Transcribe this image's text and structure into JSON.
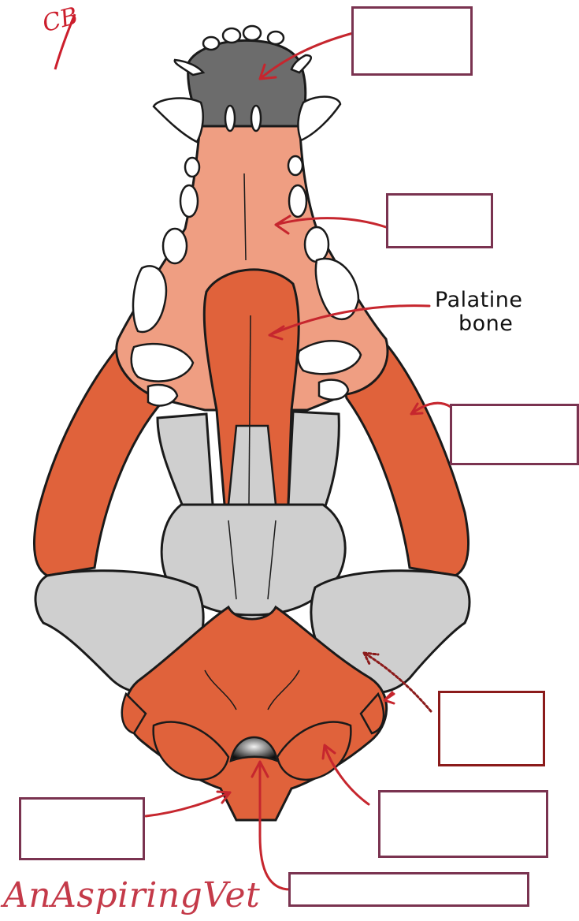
{
  "labels": {
    "palatine_line1": "Palatine",
    "palatine_line2": "bone"
  },
  "signature": "AnAspiringVet",
  "initials": "CB",
  "colors": {
    "incisive": "#6c6c6c",
    "maxilla": "#ef9e82",
    "orange_bone": "#e0623b",
    "grey_bone": "#cfcfcf",
    "teeth": "#ffffff",
    "outline": "#1a1a1a",
    "arrow": "#c6262e",
    "box_border": "#7a3350",
    "signature": "#c43a49"
  }
}
